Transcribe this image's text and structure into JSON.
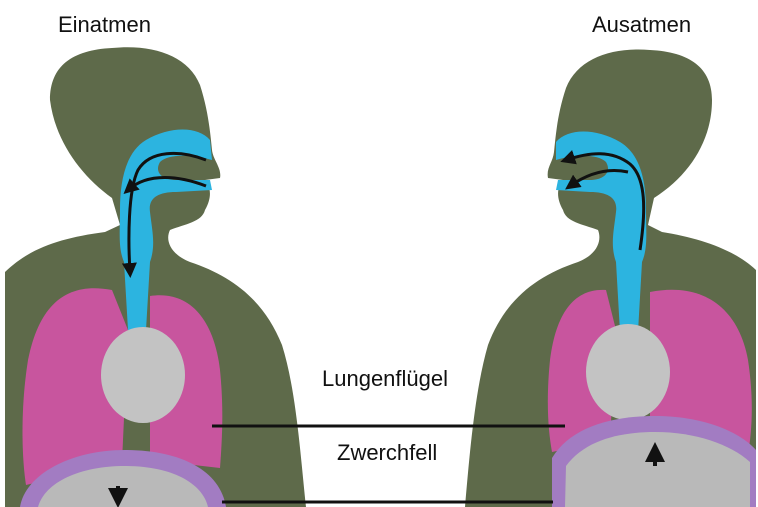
{
  "labels": {
    "inhale": "Einatmen",
    "exhale": "Ausatmen",
    "lung": "Lungenflügel",
    "diaphragm": "Zwerchfell"
  },
  "colors": {
    "body": "#5e6a4a",
    "airway": "#2cb4e0",
    "lung": "#c8559e",
    "heart": "#c3c3c3",
    "diaphragm": "#a27cc2",
    "abdomen": "#b9b9b9",
    "arrow": "#111111",
    "background": "#ffffff"
  },
  "icons": {
    "inhale_airflow": "curved-arrow-down-icon",
    "exhale_airflow": "curved-arrow-up-icon",
    "inhale_diaphragm_motion": "arrow-down-icon",
    "exhale_diaphragm_motion": "arrow-up-icon"
  }
}
